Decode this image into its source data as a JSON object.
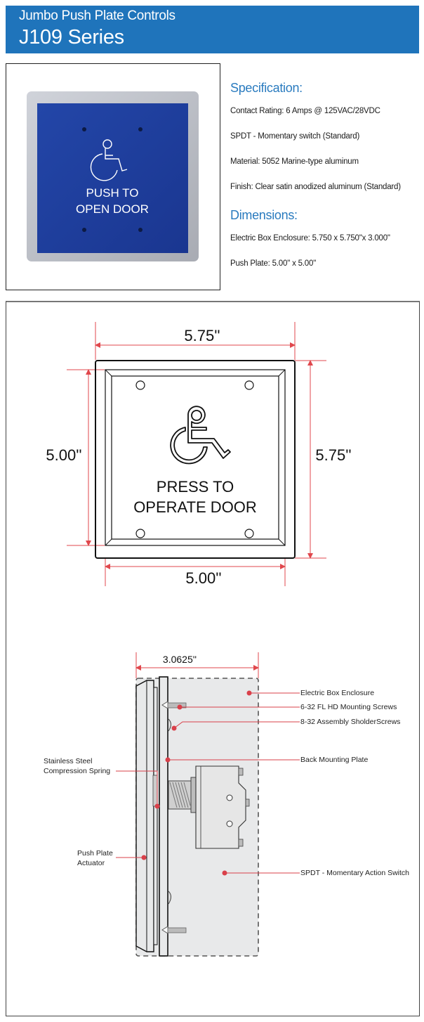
{
  "header": {
    "subtitle": "Jumbo Push Plate Controls",
    "title": "J109 Series",
    "background_color": "#1f74bb"
  },
  "product_photo": {
    "plate_text_line1": "PUSH TO",
    "plate_text_line2": "OPEN DOOR",
    "plate_color": "#1e3fa0",
    "frame_color": "#b9bcc4",
    "icon": "wheelchair-accessibility-icon"
  },
  "specification": {
    "heading": "Specification:",
    "items": [
      "Contact Rating: 6 Amps @ 125VAC/28VDC",
      "SPDT - Momentary switch (Standard)",
      "Material: 5052 Marine-type aluminum",
      "Finish: Clear satin anodized aluminum (Standard)"
    ]
  },
  "dimensions": {
    "heading": "Dimensions:",
    "items": [
      "Electric Box Enclosure: 5.750 x 5.750\"x 3.000\"",
      "Push Plate: 5.00\" x 5.00\""
    ]
  },
  "front_drawing": {
    "top_width": "5.75''",
    "left_height": "5.00''",
    "right_height": "5.75''",
    "bottom_width": "5.00''",
    "plate_text_line1": "PRESS TO",
    "plate_text_line2": "OPERATE DOOR",
    "dimension_color": "#e0474c"
  },
  "side_drawing": {
    "depth": "3.0625''",
    "callouts_right": [
      "Electric Box Enclosure",
      "6-32 FL HD Mounting Screws",
      "8-32 Assembly SholderScrews",
      "Back Mounting Plate",
      "SPDT - Momentary Action Switch"
    ],
    "callouts_left": [
      {
        "line1": "Stainless Steel",
        "line2": "Compression Spring"
      },
      {
        "line1": "Push Plate",
        "line2": "Actuator"
      }
    ],
    "callout_color": "#d9404a"
  }
}
